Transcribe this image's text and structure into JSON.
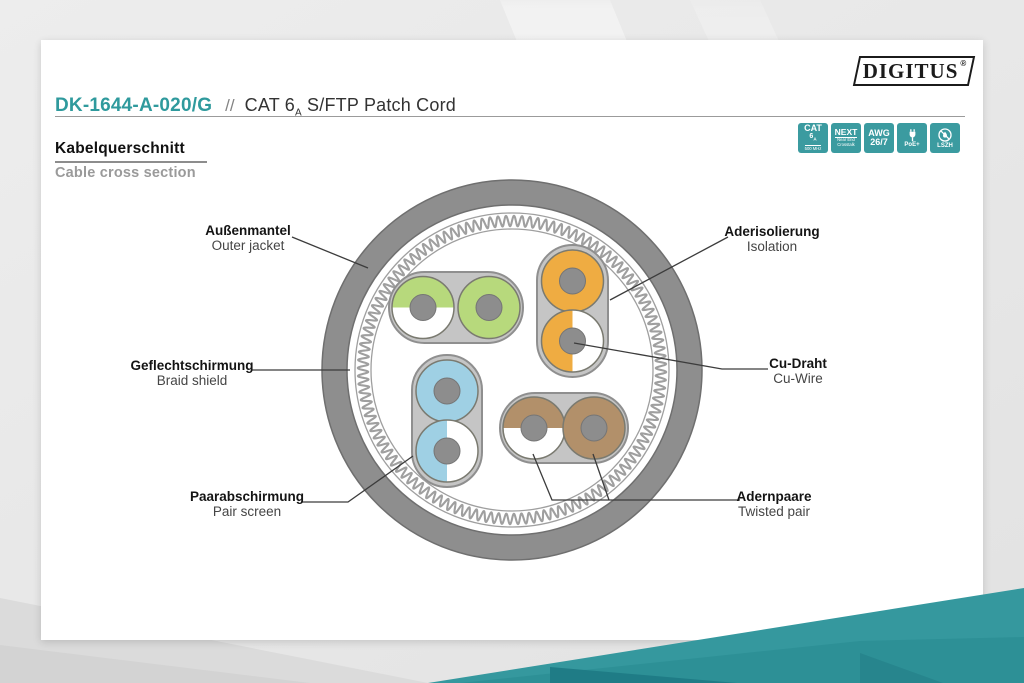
{
  "brand": {
    "logo": "DIGITUS",
    "registered": "®"
  },
  "header": {
    "product_code": "DK-1644-A-020/G",
    "separator": "//",
    "product_name_pre": "CAT 6",
    "product_name_sub": "A",
    "product_name_post": " S/FTP Patch Cord"
  },
  "section": {
    "title_de": "Kabelquerschnitt",
    "title_en": "Cable cross section"
  },
  "badges": [
    {
      "name": "cat-6a",
      "line1": "CAT",
      "line2": "6",
      "line2_sub": "A",
      "line3": "500 MHz"
    },
    {
      "name": "next",
      "line1": "NEXT",
      "line2": "Near End",
      "line3": "Crosstalk"
    },
    {
      "name": "awg",
      "line1": "AWG",
      "line2": "26/7"
    },
    {
      "name": "poe",
      "icon": "plug-icon",
      "label": "PoE+"
    },
    {
      "name": "lszh",
      "icon": "no-flame-icon",
      "label": "LSZH"
    }
  ],
  "diagram": {
    "labels": [
      {
        "id": "outer-jacket",
        "de": "Außenmantel",
        "en": "Outer jacket"
      },
      {
        "id": "braid-shield",
        "de": "Geflechtschirmung",
        "en": "Braid shield"
      },
      {
        "id": "pair-screen",
        "de": "Paarabschirmung",
        "en": "Pair screen"
      },
      {
        "id": "isolation",
        "de": "Aderisolierung",
        "en": "Isolation"
      },
      {
        "id": "cu-wire",
        "de": "Cu-Draht",
        "en": "Cu-Wire"
      },
      {
        "id": "twisted-pair",
        "de": "Adernpaare",
        "en": "Twisted pair"
      }
    ],
    "colors": {
      "jacket": "#8e8e8e",
      "jacket_edge": "#6f6f6f",
      "braid": "#9f9f9f",
      "screen": "#c5c5c5",
      "screen_edge": "#8f8f8f",
      "wire_edge": "#7a7a70",
      "copper": "#8d8d8d",
      "copper_edge": "#757575",
      "pair_green": "#b7d97c",
      "pair_orange": "#efac42",
      "pair_blue": "#9fd0e4",
      "pair_brown": "#b2906a"
    },
    "accent": {
      "teal": "#2f9a9d",
      "badge_teal": "#3b9ba0",
      "wedge_teal": "#35989e",
      "wedge_dark": "#1f7c86"
    }
  }
}
